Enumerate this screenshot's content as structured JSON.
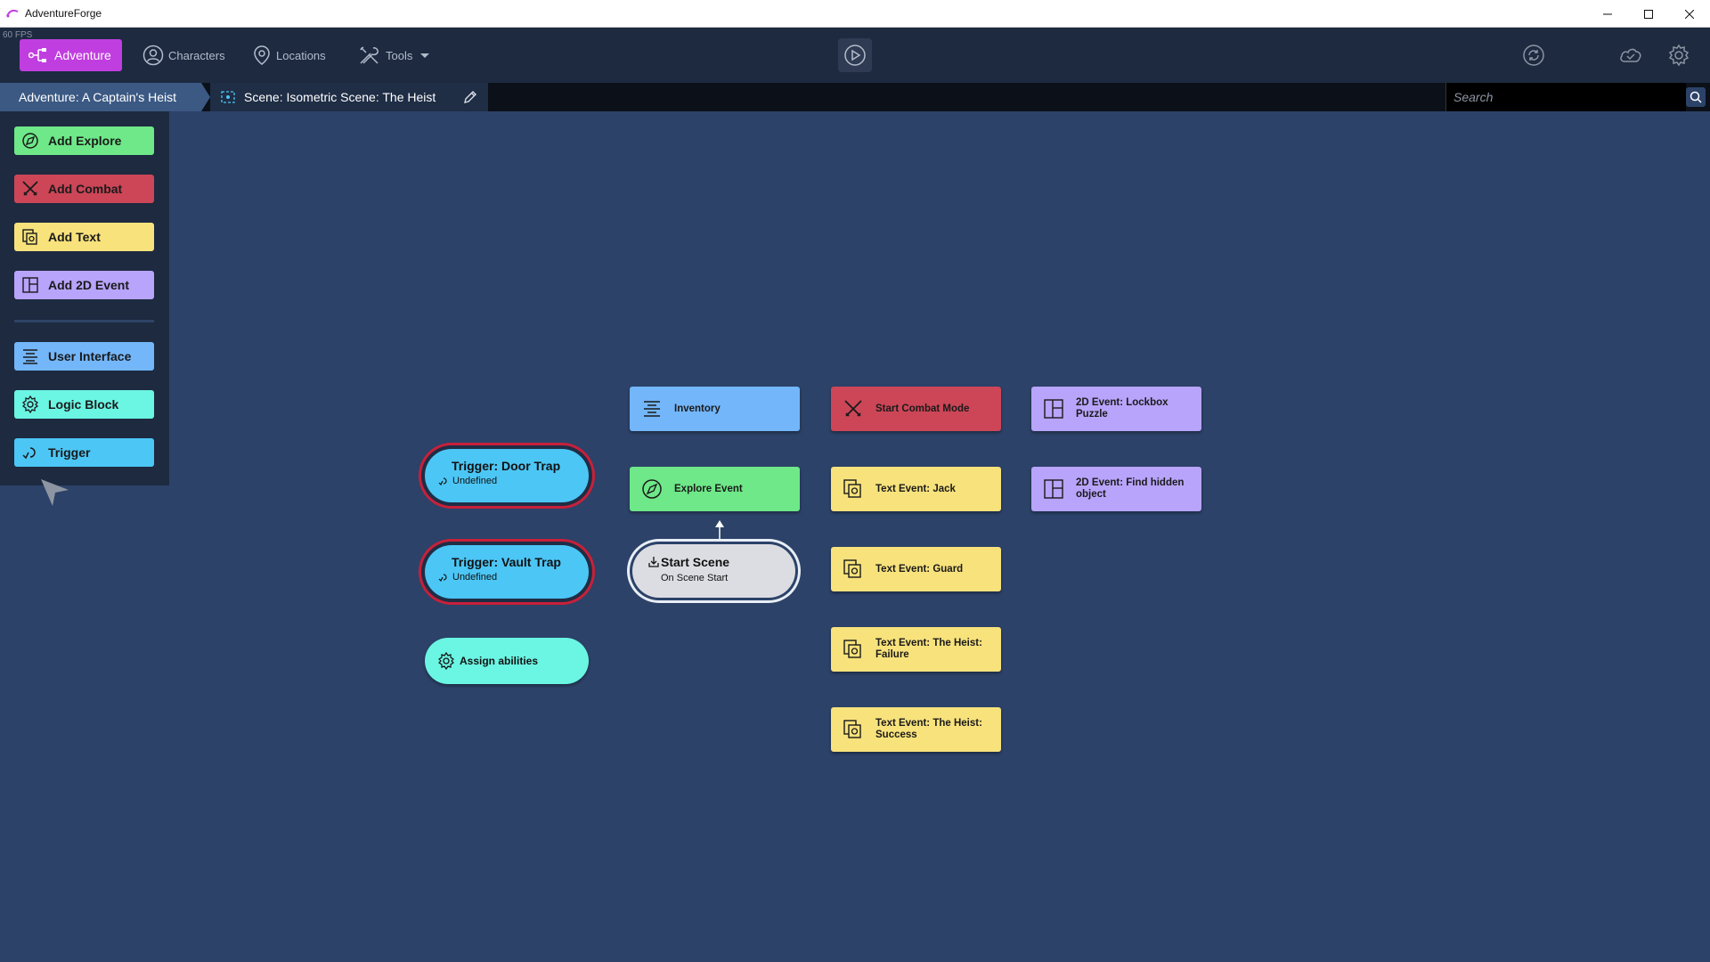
{
  "window": {
    "title": "AdventureForge",
    "icon": "adventureforge-logo-icon",
    "controls": [
      "minimize-icon",
      "maximize-icon",
      "close-icon"
    ]
  },
  "fps": "60 FPS",
  "nav": {
    "adventure": "Adventure",
    "characters": "Characters",
    "locations": "Locations",
    "tools": "Tools"
  },
  "breadcrumb": {
    "adventure": "Adventure: A Captain's Heist",
    "scene": "Scene: Isometric Scene: The Heist"
  },
  "search": {
    "placeholder": "Search"
  },
  "toolbar": {
    "add_explore": "Add Explore",
    "add_combat": "Add Combat",
    "add_text": "Add Text",
    "add_2d_event": "Add 2D Event",
    "user_interface": "User Interface",
    "logic_block": "Logic Block",
    "trigger": "Trigger"
  },
  "nodes": {
    "inventory": "Inventory",
    "explore_event": "Explore Event",
    "start_combat": "Start Combat Mode",
    "text_jack": "Text Event: Jack",
    "text_guard": "Text Event: Guard",
    "text_failure": "Text Event: The Heist: Failure",
    "text_success": "Text Event: The Heist: Success",
    "lockbox": "2D Event: Lockbox Puzzle",
    "hidden_object": "2D Event: Find hidden object",
    "trigger_door": {
      "title": "Trigger: Door Trap",
      "sub": "Undefined"
    },
    "trigger_vault": {
      "title": "Trigger: Vault Trap",
      "sub": "Undefined"
    },
    "start_scene": {
      "title": "Start Scene",
      "sub": "On Scene Start"
    },
    "assign_abilities": "Assign abilities"
  },
  "colors": {
    "canvas": "#2c4268",
    "explore": "#6ee888",
    "combat": "#cc4657",
    "text": "#f8e27c",
    "event_2d": "#b8a4fb",
    "user_interface": "#73b6fa",
    "logic": "#6bf5e3",
    "trigger": "#4cc6f5",
    "adventure_accent": "#c03ee0"
  }
}
